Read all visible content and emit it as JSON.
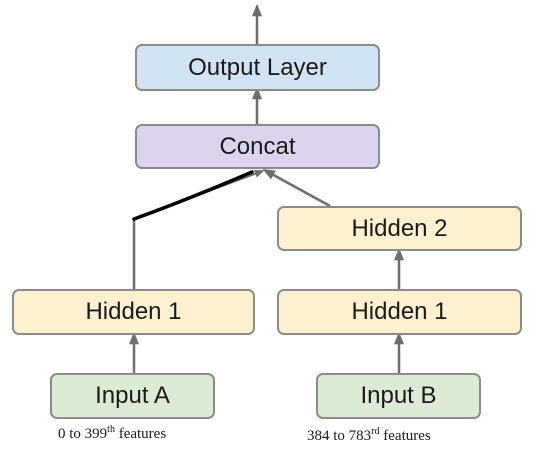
{
  "nodes": {
    "output_layer": "Output Layer",
    "concat": "Concat",
    "hidden_2": "Hidden 2",
    "hidden_1_left": "Hidden 1",
    "hidden_1_right": "Hidden 1",
    "input_a": "Input A",
    "input_b": "Input B"
  },
  "captions": {
    "input_a": {
      "text": "0 to 399",
      "superscript": "th",
      "suffix": " features"
    },
    "input_b": {
      "text": "384 to 783",
      "superscript": "rd",
      "suffix": " features"
    }
  },
  "colors": {
    "output_fill": "#d2e3f3",
    "concat_fill": "#dcd4ec",
    "hidden_fill": "#fdf1cf",
    "input_fill": "#dcebd3",
    "border": "#8c8c8c",
    "arrow": "#6e6e6e",
    "annotation_ink": "#000000"
  }
}
